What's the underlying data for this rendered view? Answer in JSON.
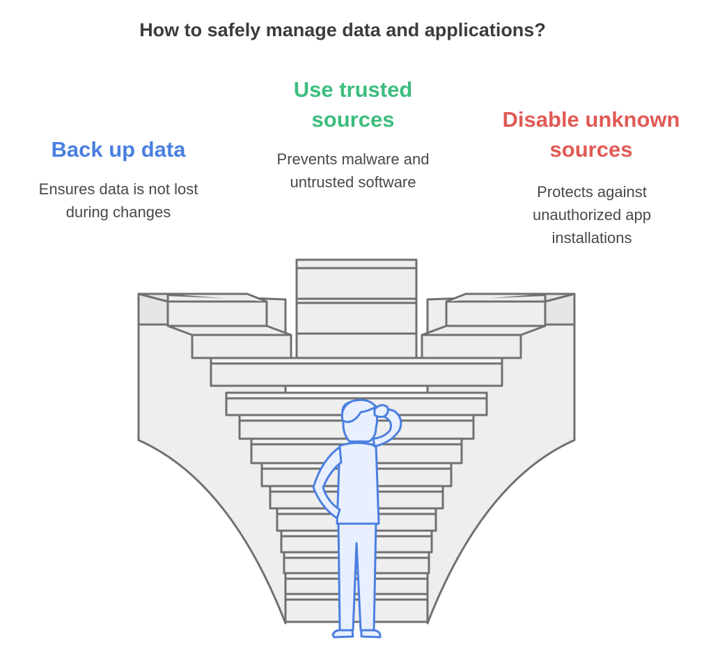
{
  "title": "How to safely manage data and applications?",
  "options": [
    {
      "title_lines": [
        "Back up data"
      ],
      "description_lines": [
        "Ensures data is not lost",
        "during changes"
      ],
      "color": "#4a7fe0"
    },
    {
      "title_lines": [
        "Use trusted",
        "sources"
      ],
      "description_lines": [
        "Prevents malware and",
        "untrusted software"
      ],
      "color": "#3dbd7d"
    },
    {
      "title_lines": [
        "Disable unknown",
        "sources"
      ],
      "description_lines": [
        "Protects against",
        "unauthorized app",
        "installations"
      ],
      "color": "#e05a55"
    }
  ],
  "illustration": {
    "stairs_fill": "#eeeeee",
    "stairs_stroke": "#707070",
    "person_fill": "#e8efff",
    "person_stroke": "#4a7fe0",
    "figure": "person-scratching-head-icon"
  }
}
